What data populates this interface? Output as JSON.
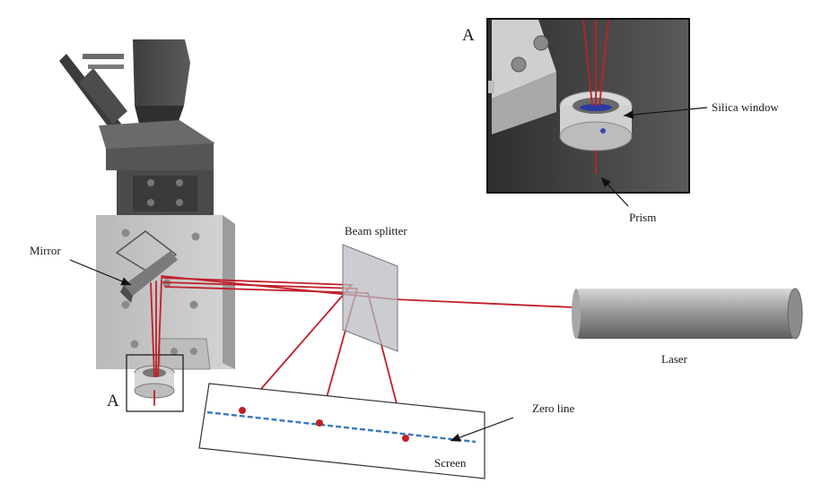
{
  "labels": {
    "inset_marker": "A",
    "detail_marker": "A",
    "mirror": "Mirror",
    "beam_splitter": "Beam splitter",
    "laser": "Laser",
    "zero_line": "Zero line",
    "screen": "Screen",
    "silica_window": "Silica window",
    "prism": "Prism"
  },
  "colors": {
    "beam": "#c0202a",
    "zero_line": "#3a78c0",
    "metal_dark": "#4a4a4a",
    "metal_light": "#c8c8c8"
  }
}
